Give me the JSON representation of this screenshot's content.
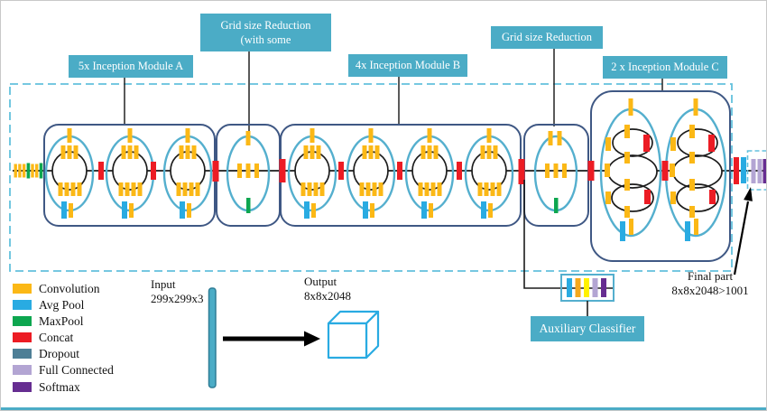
{
  "labels": {
    "module_a": "5x Inception Module A",
    "grid_reduction_1": {
      "line1": "Grid size Reduction",
      "line2": "(with some"
    },
    "module_b": "4x Inception Module B",
    "grid_reduction_2": "Grid size Reduction",
    "module_c": "2 x Inception Module C",
    "auxiliary_classifier": "Auxiliary Classifier"
  },
  "annotations": {
    "input": {
      "line1": "Input",
      "line2": "299x299x3"
    },
    "output": {
      "line1": "Output",
      "line2": "8x8x2048"
    },
    "final_part": {
      "line1": "Final part",
      "line2": "8x8x2048>1001"
    }
  },
  "legend": {
    "items": [
      {
        "name": "convolution",
        "label": "Convolution"
      },
      {
        "name": "avg_pool",
        "label": "Avg Pool"
      },
      {
        "name": "max_pool",
        "label": "MaxPool"
      },
      {
        "name": "concat",
        "label": "Concat"
      },
      {
        "name": "dropout",
        "label": "Dropout"
      },
      {
        "name": "full_connected",
        "label": "Full Connected"
      },
      {
        "name": "softmax",
        "label": "Softmax"
      }
    ]
  },
  "colors": {
    "convolution": "#FBB816",
    "avg_pool": "#29ABE2",
    "max_pool": "#0DA64F",
    "concat": "#EC1C24",
    "dropout": "#4E7F96",
    "full_connected": "#B3A5D3",
    "softmax": "#662D91",
    "aux_yellow": "#FFF200",
    "aux_orange": "#F5A81C",
    "label_box": "#4BACC6",
    "module_border": "#3F5884",
    "branch_ellipse": "#54AFCE",
    "outer_dashed": "#63C1DD"
  }
}
